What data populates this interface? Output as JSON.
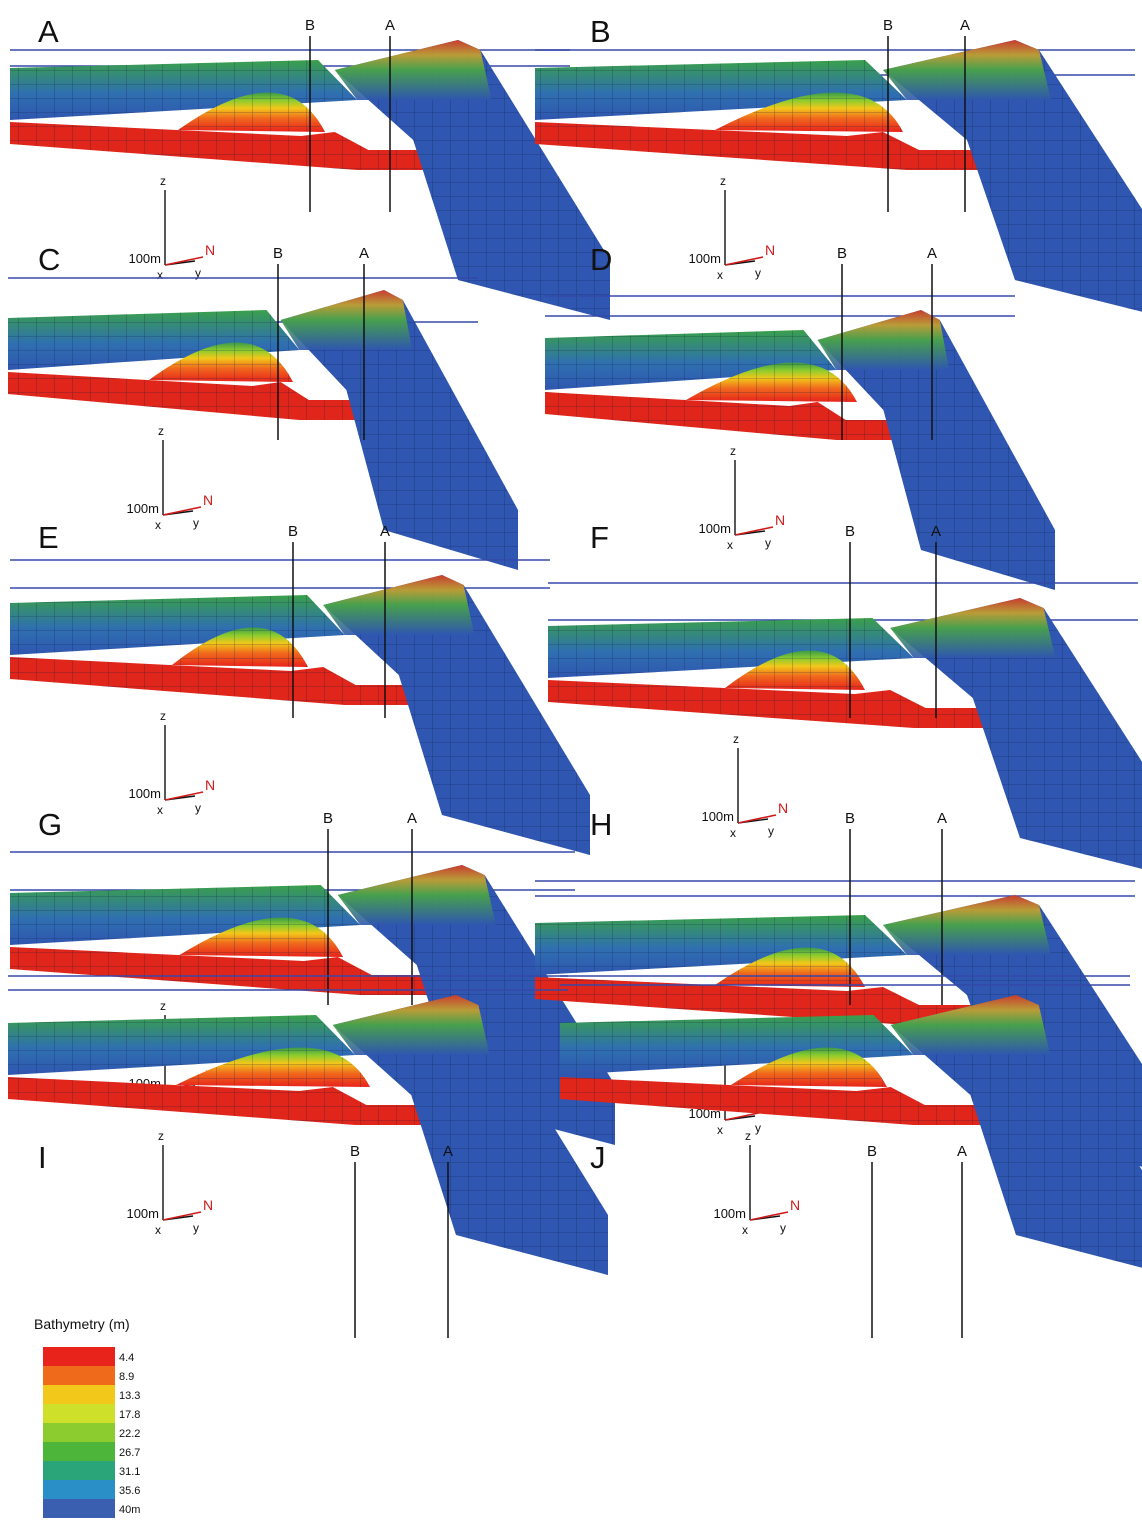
{
  "panels": [
    {
      "letter": "A",
      "marker_b": "B",
      "marker_a": "A"
    },
    {
      "letter": "B",
      "marker_b": "B",
      "marker_a": "A"
    },
    {
      "letter": "C",
      "marker_b": "B",
      "marker_a": "A"
    },
    {
      "letter": "D",
      "marker_b": "B",
      "marker_a": "A"
    },
    {
      "letter": "E",
      "marker_b": "B",
      "marker_a": "A"
    },
    {
      "letter": "F",
      "marker_b": "B",
      "marker_a": "A"
    },
    {
      "letter": "G",
      "marker_b": "B",
      "marker_a": "A"
    },
    {
      "letter": "H",
      "marker_b": "B",
      "marker_a": "A"
    },
    {
      "letter": "I",
      "marker_b": "B",
      "marker_a": "A"
    },
    {
      "letter": "J",
      "marker_b": "B",
      "marker_a": "A"
    }
  ],
  "axes_labels": {
    "scale": "100m",
    "z": "z",
    "x": "x",
    "y": "y",
    "north": "N"
  },
  "legend": {
    "title": "Bathymetry (m)",
    "levels": [
      "4.4",
      "8.9",
      "13.3",
      "17.8",
      "22.2",
      "26.7",
      "31.1",
      "35.6",
      "40m"
    ],
    "colors": [
      "#e8231c",
      "#f06a1c",
      "#f2c81a",
      "#cfe02a",
      "#8ccc2e",
      "#4db53a",
      "#2aa57a",
      "#2a8fc7",
      "#3a5fb0"
    ]
  },
  "colors": {
    "surface_blue": "#2f56b0",
    "red_base": "#e0251a",
    "mound": "#f2a21a",
    "line_blue": "#3548a8",
    "north_red": "#d01a1a"
  }
}
